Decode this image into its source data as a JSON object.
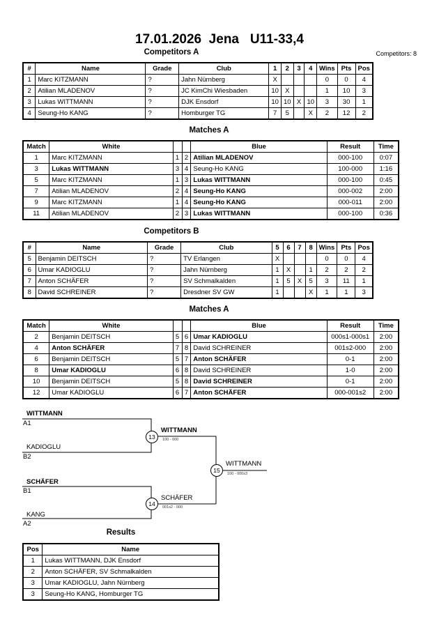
{
  "header": {
    "title": "17.01.2026  Jena   U11-33,4",
    "competitors_label": "Competitors: 8"
  },
  "competitors_a": {
    "title": "Competitors A",
    "columns": [
      "#",
      "Name",
      "Grade",
      "Club",
      "1",
      "2",
      "3",
      "4",
      "Wins",
      "Pts",
      "Pos"
    ],
    "rows": [
      [
        "1",
        "Marc KITZMANN",
        "?",
        "Jahn Nürnberg",
        "X",
        "",
        "",
        "",
        "0",
        "0",
        "4"
      ],
      [
        "2",
        "Atilian MLADENOV",
        "?",
        "JC KimChi Wiesbaden",
        "10",
        "X",
        "",
        "",
        "1",
        "10",
        "3"
      ],
      [
        "3",
        "Lukas WITTMANN",
        "?",
        "DJK Ensdorf",
        "10",
        "10",
        "X",
        "10",
        "3",
        "30",
        "1"
      ],
      [
        "4",
        "Seung-Ho KANG",
        "?",
        "Homburger TG",
        "7",
        "5",
        "",
        "X",
        "2",
        "12",
        "2"
      ]
    ]
  },
  "matches_a": {
    "title": "Matches A",
    "columns": [
      "Match",
      "White",
      "",
      "",
      "Blue",
      "Result",
      "Time"
    ],
    "rows": [
      {
        "match": "1",
        "white": "Marc KITZMANN",
        "wn": "1",
        "bn": "2",
        "blue": "Atilian MLADENOV",
        "result": "000-100",
        "time": "0:07",
        "winner": "blue"
      },
      {
        "match": "3",
        "white": "Lukas WITTMANN",
        "wn": "3",
        "bn": "4",
        "blue": "Seung-Ho KANG",
        "result": "100-000",
        "time": "1:16",
        "winner": "white"
      },
      {
        "match": "5",
        "white": "Marc KITZMANN",
        "wn": "1",
        "bn": "3",
        "blue": "Lukas WITTMANN",
        "result": "000-100",
        "time": "0:45",
        "winner": "blue"
      },
      {
        "match": "7",
        "white": "Atilian MLADENOV",
        "wn": "2",
        "bn": "4",
        "blue": "Seung-Ho KANG",
        "result": "000-002",
        "time": "2:00",
        "winner": "blue"
      },
      {
        "match": "9",
        "white": "Marc KITZMANN",
        "wn": "1",
        "bn": "4",
        "blue": "Seung-Ho KANG",
        "result": "000-011",
        "time": "2:00",
        "winner": "blue"
      },
      {
        "match": "11",
        "white": "Atilian MLADENOV",
        "wn": "2",
        "bn": "3",
        "blue": "Lukas WITTMANN",
        "result": "000-100",
        "time": "0:36",
        "winner": "blue"
      }
    ]
  },
  "competitors_b": {
    "title": "Competitors B",
    "columns": [
      "#",
      "Name",
      "Grade",
      "Club",
      "5",
      "6",
      "7",
      "8",
      "Wins",
      "Pts",
      "Pos"
    ],
    "rows": [
      [
        "5",
        "Benjamin DEITSCH",
        "?",
        "TV Erlangen",
        "X",
        "",
        "",
        "",
        "0",
        "0",
        "4"
      ],
      [
        "6",
        "Umar KADIOGLU",
        "?",
        "Jahn Nürnberg",
        "1",
        "X",
        "",
        "1",
        "2",
        "2",
        "2"
      ],
      [
        "7",
        "Anton SCHÄFER",
        "?",
        "SV Schmalkalden",
        "1",
        "5",
        "X",
        "5",
        "3",
        "11",
        "1"
      ],
      [
        "8",
        "David SCHREINER",
        "?",
        "Dresdner SV GW",
        "1",
        "",
        "",
        "X",
        "1",
        "1",
        "3"
      ]
    ]
  },
  "matches_b": {
    "title": "Matches A",
    "columns": [
      "Match",
      "White",
      "",
      "",
      "Blue",
      "Result",
      "Time"
    ],
    "rows": [
      {
        "match": "2",
        "white": "Benjamin DEITSCH",
        "wn": "5",
        "bn": "6",
        "blue": "Umar KADIOGLU",
        "result": "000s1-000s1",
        "time": "2:00",
        "winner": "blue"
      },
      {
        "match": "4",
        "white": "Anton SCHÄFER",
        "wn": "7",
        "bn": "8",
        "blue": "David SCHREINER",
        "result": "001s2-000",
        "time": "2:00",
        "winner": "white"
      },
      {
        "match": "6",
        "white": "Benjamin DEITSCH",
        "wn": "5",
        "bn": "7",
        "blue": "Anton SCHÄFER",
        "result": "0-1",
        "time": "2:00",
        "winner": "blue"
      },
      {
        "match": "8",
        "white": "Umar KADIOGLU",
        "wn": "6",
        "bn": "8",
        "blue": "David SCHREINER",
        "result": "1-0",
        "time": "2:00",
        "winner": "white"
      },
      {
        "match": "10",
        "white": "Benjamin DEITSCH",
        "wn": "5",
        "bn": "8",
        "blue": "David SCHREINER",
        "result": "0-1",
        "time": "2:00",
        "winner": "blue"
      },
      {
        "match": "12",
        "white": "Umar KADIOGLU",
        "wn": "6",
        "bn": "7",
        "blue": "Anton SCHÄFER",
        "result": "000-001s2",
        "time": "2:00",
        "winner": "blue"
      }
    ]
  },
  "bracket": {
    "sf1_top": "WITTMANN",
    "sf1_top_seed": "A1",
    "sf1_bottom": "KADIOGLU",
    "sf1_bottom_seed": "B2",
    "sf1_number": "13",
    "sf1_winner": "WITTMANN",
    "sf1_score": "100 - 000",
    "sf2_top": "SCHÄFER",
    "sf2_top_seed": "B1",
    "sf2_bottom": "KANG",
    "sf2_bottom_seed": "A2",
    "sf2_number": "14",
    "sf2_winner": "SCHÄFER",
    "sf2_score": "001s2 - 000",
    "final_number": "15",
    "final_winner": "WITTMANN",
    "final_score": "100 - 000s3"
  },
  "results": {
    "title": "Results",
    "columns": [
      "Pos",
      "Name"
    ],
    "rows": [
      [
        "1",
        "Lukas WITTMANN, DJK Ensdorf"
      ],
      [
        "2",
        "Anton SCHÄFER, SV Schmalkalden"
      ],
      [
        "3",
        "Umar KADIOGLU, Jahn Nürnberg"
      ],
      [
        "3",
        "Seung-Ho KANG, Homburger TG"
      ]
    ]
  }
}
